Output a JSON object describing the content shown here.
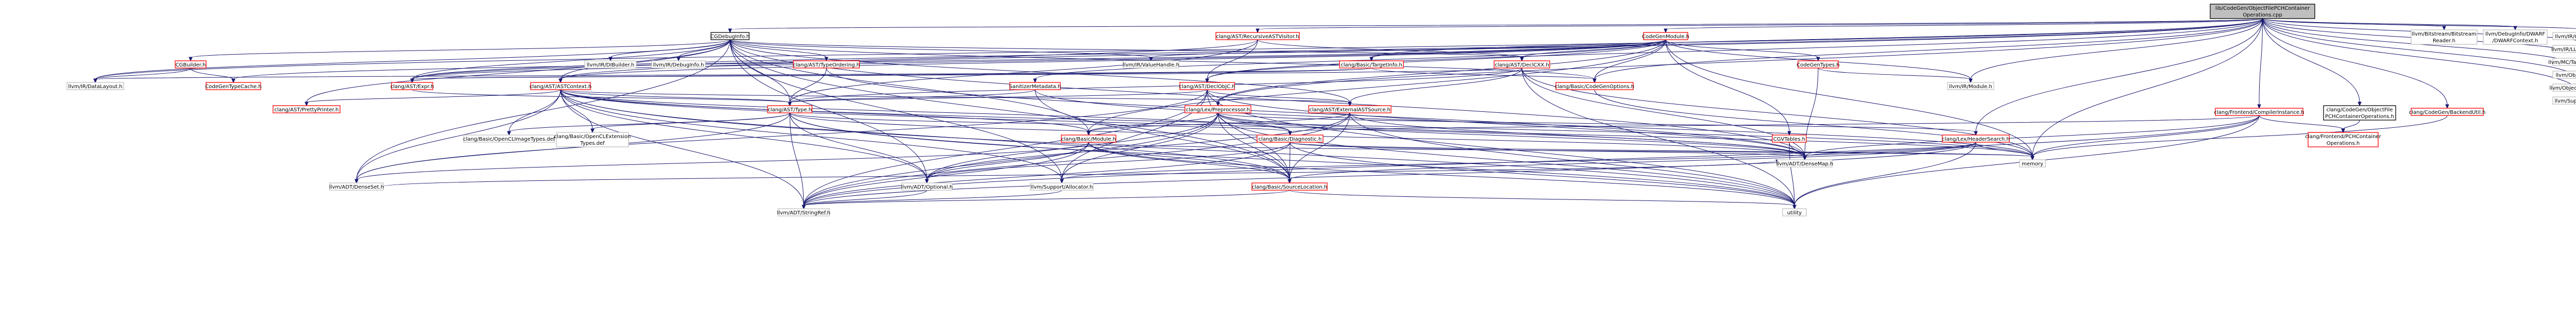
{
  "graph": {
    "title": "",
    "colors": {
      "edge": "#191970",
      "root_fill": "#bfbfbf",
      "red_border": "#ff0000",
      "black_border": "#000000",
      "gray_border": "#bfbfbf"
    },
    "nodes": [
      {
        "id": "root",
        "lines": [
          "lib/CodeGen/ObjectFilePCHContainer",
          "Operations.cpp"
        ],
        "style": "root"
      },
      {
        "id": "cgdebuginfo",
        "lines": [
          "CGDebugInfo.h"
        ],
        "style": "black"
      },
      {
        "id": "recursiveastvisitor",
        "lines": [
          "clang/AST/RecursiveASTVisitor.h"
        ],
        "style": "red"
      },
      {
        "id": "codegenmodule",
        "lines": [
          "CodeGenModule.h"
        ],
        "style": "red"
      },
      {
        "id": "bitstreamreader",
        "lines": [
          "llvm/Bitstream/Bitstream",
          "Reader.h"
        ],
        "style": "gray"
      },
      {
        "id": "dwarfcontext",
        "lines": [
          "llvm/DebugInfo/DWARF",
          "/DWARFContext.h"
        ],
        "style": "gray"
      },
      {
        "id": "irconstants",
        "lines": [
          "llvm/IR/Constants.h"
        ],
        "style": "gray"
      },
      {
        "id": "llvmcontext",
        "lines": [
          "llvm/IR/LLVMContext.h"
        ],
        "style": "gray"
      },
      {
        "id": "targetregistry",
        "lines": [
          "llvm/MC/TargetRegistry.h"
        ],
        "style": "gray"
      },
      {
        "id": "coff",
        "lines": [
          "llvm/Object/COFF.h"
        ],
        "style": "gray"
      },
      {
        "id": "objectfile",
        "lines": [
          "llvm/Object/ObjectFile.h"
        ],
        "style": "gray"
      },
      {
        "id": "path",
        "lines": [
          "llvm/Support/Path.h"
        ],
        "style": "gray"
      },
      {
        "id": "cgbuilder",
        "lines": [
          "CGBuilder.h"
        ],
        "style": "red"
      },
      {
        "id": "datalayout",
        "lines": [
          "llvm/IR/DataLayout.h"
        ],
        "style": "gray"
      },
      {
        "id": "codegentypecache",
        "lines": [
          "CodeGenTypeCache.h"
        ],
        "style": "red"
      },
      {
        "id": "irbuilder",
        "lines": [
          "llvm/IR/DIBuilder.h"
        ],
        "style": "gray"
      },
      {
        "id": "debuginfo",
        "lines": [
          "llvm/IR/DebugInfo.h"
        ],
        "style": "gray"
      },
      {
        "id": "typeordering",
        "lines": [
          "clang/AST/TypeOrdering.h"
        ],
        "style": "red"
      },
      {
        "id": "valuehandle",
        "lines": [
          "llvm/IR/ValueHandle.h"
        ],
        "style": "gray"
      },
      {
        "id": "declcxx",
        "lines": [
          "clang/AST/DeclCXX.h"
        ],
        "style": "red"
      },
      {
        "id": "targetinfo",
        "lines": [
          "clang/Basic/TargetInfo.h"
        ],
        "style": "red"
      },
      {
        "id": "codegentypes",
        "lines": [
          "CodeGenTypes.h"
        ],
        "style": "red"
      },
      {
        "id": "module_ir",
        "lines": [
          "llvm/IR/Module.h"
        ],
        "style": "gray"
      },
      {
        "id": "astcontext",
        "lines": [
          "clang/AST/ASTContext.h"
        ],
        "style": "red"
      },
      {
        "id": "exprh",
        "lines": [
          "clang/AST/Expr.h"
        ],
        "style": "red"
      },
      {
        "id": "sanitizermetadata",
        "lines": [
          "SanitizerMetadata.h"
        ],
        "style": "red"
      },
      {
        "id": "declobjc",
        "lines": [
          "clang/AST/DeclObjC.h"
        ],
        "style": "red"
      },
      {
        "id": "codegenoptions",
        "lines": [
          "clang/Basic/CodeGenOptions.h"
        ],
        "style": "red"
      },
      {
        "id": "compilerinstance",
        "lines": [
          "clang/Frontend/CompilerInstance.h"
        ],
        "style": "red"
      },
      {
        "id": "objectfilepch",
        "lines": [
          "clang/CodeGen/ObjectFile",
          "PCHContainerOperations.h"
        ],
        "style": "black"
      },
      {
        "id": "backendutil",
        "lines": [
          "clang/CodeGen/BackendUtil.h"
        ],
        "style": "red"
      },
      {
        "id": "prettyprinter",
        "lines": [
          "clang/AST/PrettyPrinter.h"
        ],
        "style": "red"
      },
      {
        "id": "typeh",
        "lines": [
          "clang/AST/Type.h"
        ],
        "style": "red"
      },
      {
        "id": "lexpreprocessor",
        "lines": [
          "clang/Lex/Preprocessor.h"
        ],
        "style": "red"
      },
      {
        "id": "externalastsource",
        "lines": [
          "clang/AST/ExternalASTSource.h"
        ],
        "style": "red"
      },
      {
        "id": "opencl_imagetypes",
        "lines": [
          "clang/Basic/OpenCLImageTypes.def"
        ],
        "style": "gray"
      },
      {
        "id": "opencl_exttypes",
        "lines": [
          "clang/Basic/OpenCLExtension",
          "Types.def"
        ],
        "style": "gray"
      },
      {
        "id": "basicmodule",
        "lines": [
          "clang/Basic/Module.h"
        ],
        "style": "red"
      },
      {
        "id": "diagnostic",
        "lines": [
          "clang/Basic/Diagnostic.h"
        ],
        "style": "red"
      },
      {
        "id": "cgvtables",
        "lines": [
          "CGVTables.h"
        ],
        "style": "red"
      },
      {
        "id": "headersearch",
        "lines": [
          "clang/Lex/HeaderSearch.h"
        ],
        "style": "red"
      },
      {
        "id": "pchcontainerops",
        "lines": [
          "clang/Frontend/PCHContainer",
          "Operations.h"
        ],
        "style": "red"
      },
      {
        "id": "memory",
        "lines": [
          "memory"
        ],
        "style": "gray"
      },
      {
        "id": "densemap",
        "lines": [
          "llvm/ADT/DenseMap.h"
        ],
        "style": "gray"
      },
      {
        "id": "sourcelocation",
        "lines": [
          "clang/Basic/SourceLocation.h"
        ],
        "style": "red"
      },
      {
        "id": "allocator",
        "lines": [
          "llvm/Support/Allocator.h"
        ],
        "style": "gray"
      },
      {
        "id": "denseset",
        "lines": [
          "llvm/ADT/DenseSet.h"
        ],
        "style": "gray"
      },
      {
        "id": "optional",
        "lines": [
          "llvm/ADT/Optional.h"
        ],
        "style": "gray"
      },
      {
        "id": "stringref",
        "lines": [
          "llvm/ADT/StringRef.h"
        ],
        "style": "gray"
      },
      {
        "id": "utility",
        "lines": [
          "utility"
        ],
        "style": "gray"
      }
    ],
    "edges": [
      [
        "root",
        "cgdebuginfo"
      ],
      [
        "root",
        "recursiveastvisitor"
      ],
      [
        "root",
        "codegenmodule"
      ],
      [
        "root",
        "bitstreamreader"
      ],
      [
        "root",
        "dwarfcontext"
      ],
      [
        "root",
        "irconstants"
      ],
      [
        "root",
        "llvmcontext"
      ],
      [
        "root",
        "targetregistry"
      ],
      [
        "root",
        "coff"
      ],
      [
        "root",
        "objectfile"
      ],
      [
        "root",
        "path"
      ],
      [
        "root",
        "astcontext"
      ],
      [
        "root",
        "targetinfo"
      ],
      [
        "root",
        "codegenoptions"
      ],
      [
        "root",
        "compilerinstance"
      ],
      [
        "root",
        "objectfilepch"
      ],
      [
        "root",
        "backendutil"
      ],
      [
        "root",
        "lexpreprocessor"
      ],
      [
        "root",
        "module_ir"
      ],
      [
        "root",
        "memory"
      ],
      [
        "root",
        "declobjc"
      ],
      [
        "root",
        "exprh"
      ],
      [
        "root",
        "headersearch"
      ],
      [
        "root",
        "datalayout"
      ],
      [
        "cgdebuginfo",
        "cgbuilder"
      ],
      [
        "cgdebuginfo",
        "datalayout"
      ],
      [
        "cgdebuginfo",
        "irbuilder"
      ],
      [
        "cgdebuginfo",
        "debuginfo"
      ],
      [
        "cgdebuginfo",
        "typeordering"
      ],
      [
        "cgdebuginfo",
        "valuehandle"
      ],
      [
        "cgdebuginfo",
        "declcxx"
      ],
      [
        "cgdebuginfo",
        "codegenoptions"
      ],
      [
        "cgdebuginfo",
        "astcontext"
      ],
      [
        "cgdebuginfo",
        "exprh"
      ],
      [
        "cgdebuginfo",
        "typeh"
      ],
      [
        "cgdebuginfo",
        "externalastsource"
      ],
      [
        "cgdebuginfo",
        "basicmodule"
      ],
      [
        "cgdebuginfo",
        "sourcelocation"
      ],
      [
        "cgdebuginfo",
        "allocator"
      ],
      [
        "cgdebuginfo",
        "denseset"
      ],
      [
        "cgdebuginfo",
        "optional"
      ],
      [
        "cgdebuginfo",
        "densemap"
      ],
      [
        "cgdebuginfo",
        "prettyprinter"
      ],
      [
        "cgbuilder",
        "datalayout"
      ],
      [
        "cgbuilder",
        "codegentypecache"
      ],
      [
        "recursiveastvisitor",
        "declcxx"
      ],
      [
        "recursiveastvisitor",
        "exprh"
      ],
      [
        "recursiveastvisitor",
        "declobjc"
      ],
      [
        "recursiveastvisitor",
        "typeh"
      ],
      [
        "codegenmodule",
        "codegentypes"
      ],
      [
        "codegenmodule",
        "valuehandle"
      ],
      [
        "codegenmodule",
        "module_ir"
      ],
      [
        "codegenmodule",
        "declcxx"
      ],
      [
        "codegenmodule",
        "targetinfo"
      ],
      [
        "codegenmodule",
        "sanitizermetadata"
      ],
      [
        "codegenmodule",
        "declobjc"
      ],
      [
        "codegenmodule",
        "codegenoptions"
      ],
      [
        "codegenmodule",
        "cgvtables"
      ],
      [
        "codegenmodule",
        "codegentypecache"
      ],
      [
        "codegenmodule",
        "astcontext"
      ],
      [
        "codegenmodule",
        "exprh"
      ],
      [
        "codegenmodule",
        "lexpreprocessor"
      ],
      [
        "codegenmodule",
        "basicmodule"
      ],
      [
        "codegenmodule",
        "memory"
      ],
      [
        "codegentypes",
        "module_ir"
      ],
      [
        "codegentypes",
        "densemap"
      ],
      [
        "typeordering",
        "typeh"
      ],
      [
        "typeordering",
        "densemap"
      ],
      [
        "declcxx",
        "externalastsource"
      ],
      [
        "declcxx",
        "densemap"
      ],
      [
        "declcxx",
        "utility"
      ],
      [
        "declcxx",
        "memory"
      ],
      [
        "declcxx",
        "typeh"
      ],
      [
        "declcxx",
        "exprh"
      ],
      [
        "targetinfo",
        "codegenoptions"
      ],
      [
        "targetinfo",
        "datalayout"
      ],
      [
        "targetinfo",
        "exprh"
      ],
      [
        "astcontext",
        "typeh"
      ],
      [
        "astcontext",
        "prettyprinter"
      ],
      [
        "astcontext",
        "opencl_imagetypes"
      ],
      [
        "astcontext",
        "opencl_exttypes"
      ],
      [
        "astcontext",
        "basicmodule"
      ],
      [
        "astcontext",
        "sourcelocation"
      ],
      [
        "astcontext",
        "allocator"
      ],
      [
        "astcontext",
        "denseset"
      ],
      [
        "astcontext",
        "optional"
      ],
      [
        "astcontext",
        "stringref"
      ],
      [
        "astcontext",
        "densemap"
      ],
      [
        "astcontext",
        "externalastsource"
      ],
      [
        "astcontext",
        "memory"
      ],
      [
        "astcontext",
        "utility"
      ],
      [
        "astcontext",
        "diagnostic"
      ],
      [
        "exprh",
        "typeh"
      ],
      [
        "sanitizermetadata",
        "sourcelocation"
      ],
      [
        "sanitizermetadata",
        "typeh"
      ],
      [
        "sanitizermetadata",
        "memory"
      ],
      [
        "declobjc",
        "typeh"
      ],
      [
        "declobjc",
        "externalastsource"
      ],
      [
        "declobjc",
        "sourcelocation"
      ],
      [
        "declobjc",
        "densemap"
      ],
      [
        "declobjc",
        "stringref"
      ],
      [
        "declobjc",
        "utility"
      ],
      [
        "declobjc",
        "allocator"
      ],
      [
        "declobjc",
        "denseset"
      ],
      [
        "codegenoptions",
        "memory"
      ],
      [
        "compilerinstance",
        "pchcontainerops"
      ],
      [
        "compilerinstance",
        "diagnostic"
      ],
      [
        "compilerinstance",
        "memory"
      ],
      [
        "compilerinstance",
        "utility"
      ],
      [
        "compilerinstance",
        "stringref"
      ],
      [
        "compilerinstance",
        "densemap"
      ],
      [
        "objectfilepch",
        "pchcontainerops"
      ],
      [
        "backendutil",
        "memory"
      ],
      [
        "typeh",
        "opencl_imagetypes"
      ],
      [
        "typeh",
        "opencl_exttypes"
      ],
      [
        "typeh",
        "sourcelocation"
      ],
      [
        "typeh",
        "diagnostic"
      ],
      [
        "typeh",
        "optional"
      ],
      [
        "typeh",
        "stringref"
      ],
      [
        "typeh",
        "densemap"
      ],
      [
        "typeh",
        "utility"
      ],
      [
        "typeh",
        "denseset"
      ],
      [
        "lexpreprocessor",
        "headersearch"
      ],
      [
        "lexpreprocessor",
        "diagnostic"
      ],
      [
        "lexpreprocessor",
        "sourcelocation"
      ],
      [
        "lexpreprocessor",
        "basicmodule"
      ],
      [
        "lexpreprocessor",
        "allocator"
      ],
      [
        "lexpreprocessor",
        "densemap"
      ],
      [
        "lexpreprocessor",
        "optional"
      ],
      [
        "lexpreprocessor",
        "memory"
      ],
      [
        "lexpreprocessor",
        "utility"
      ],
      [
        "lexpreprocessor",
        "stringref"
      ],
      [
        "externalastsource",
        "densemap"
      ],
      [
        "externalastsource",
        "sourcelocation"
      ],
      [
        "externalastsource",
        "utility"
      ],
      [
        "externalastsource",
        "optional"
      ],
      [
        "externalastsource",
        "basicmodule"
      ],
      [
        "externalastsource",
        "stringref"
      ],
      [
        "basicmodule",
        "sourcelocation"
      ],
      [
        "basicmodule",
        "denseset"
      ],
      [
        "basicmodule",
        "optional"
      ],
      [
        "basicmodule",
        "stringref"
      ],
      [
        "basicmodule",
        "memory"
      ],
      [
        "basicmodule",
        "utility"
      ],
      [
        "diagnostic",
        "sourcelocation"
      ],
      [
        "diagnostic",
        "densemap"
      ],
      [
        "diagnostic",
        "memory"
      ],
      [
        "diagnostic",
        "utility"
      ],
      [
        "diagnostic",
        "optional"
      ],
      [
        "diagnostic",
        "stringref"
      ],
      [
        "cgvtables",
        "densemap"
      ],
      [
        "cgvtables",
        "utility"
      ],
      [
        "headersearch",
        "sourcelocation"
      ],
      [
        "headersearch",
        "densemap"
      ],
      [
        "headersearch",
        "allocator"
      ],
      [
        "headersearch",
        "memory"
      ],
      [
        "headersearch",
        "utility"
      ],
      [
        "headersearch",
        "stringref"
      ],
      [
        "sourcelocation",
        "stringref"
      ],
      [
        "sourcelocation",
        "utility"
      ],
      [
        "allocator",
        "stringref"
      ],
      [
        "denseset",
        "densemap"
      ],
      [
        "optional",
        "stringref"
      ]
    ]
  }
}
